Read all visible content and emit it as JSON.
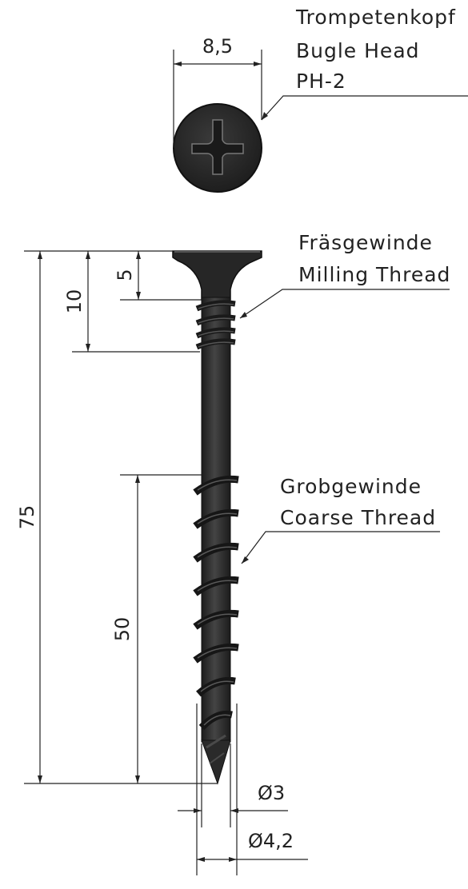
{
  "head_label": {
    "de": "Trompetenkopf",
    "en": "Bugle Head",
    "drive": "PH-2"
  },
  "milling_label": {
    "de": "Fräsgewinde",
    "en": "Milling Thread"
  },
  "coarse_label": {
    "de": "Grobgewinde",
    "en": "Coarse Thread"
  },
  "dimensions": {
    "head_diameter": "8,5",
    "total_length": "75",
    "milling_thread_length": "10",
    "head_height": "5",
    "coarse_thread_length": "50",
    "core_diameter": "Ø3",
    "outer_diameter": "Ø4,2"
  },
  "colors": {
    "screw": "#2b2b2b",
    "screw_highlight": "#4a4a4a",
    "line": "#222222"
  }
}
